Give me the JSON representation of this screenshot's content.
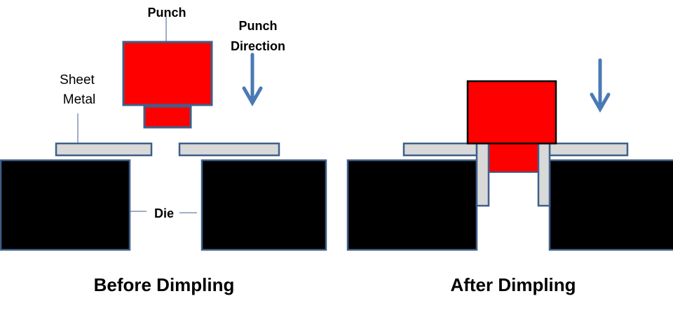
{
  "colors": {
    "punch": "#ff0000",
    "die": "#000000",
    "sheet_metal": "#d9d9d9",
    "outline": "#3f5f8a",
    "arrow": "#4a7ab5"
  },
  "before": {
    "caption": "Before Dimpling",
    "labels": {
      "punch": "Punch",
      "punch_direction_line1": "Punch",
      "punch_direction_line2": "Direction",
      "sheet_metal_line1": "Sheet",
      "sheet_metal_line2": "Metal",
      "die": "Die"
    }
  },
  "after": {
    "caption": "After Dimpling"
  }
}
